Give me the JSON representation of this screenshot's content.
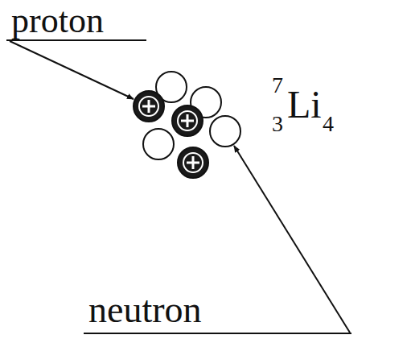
{
  "diagram": {
    "labels": [
      "proton",
      "neutron",
      "7",
      "3",
      "Li",
      "4"
    ]
  }
}
